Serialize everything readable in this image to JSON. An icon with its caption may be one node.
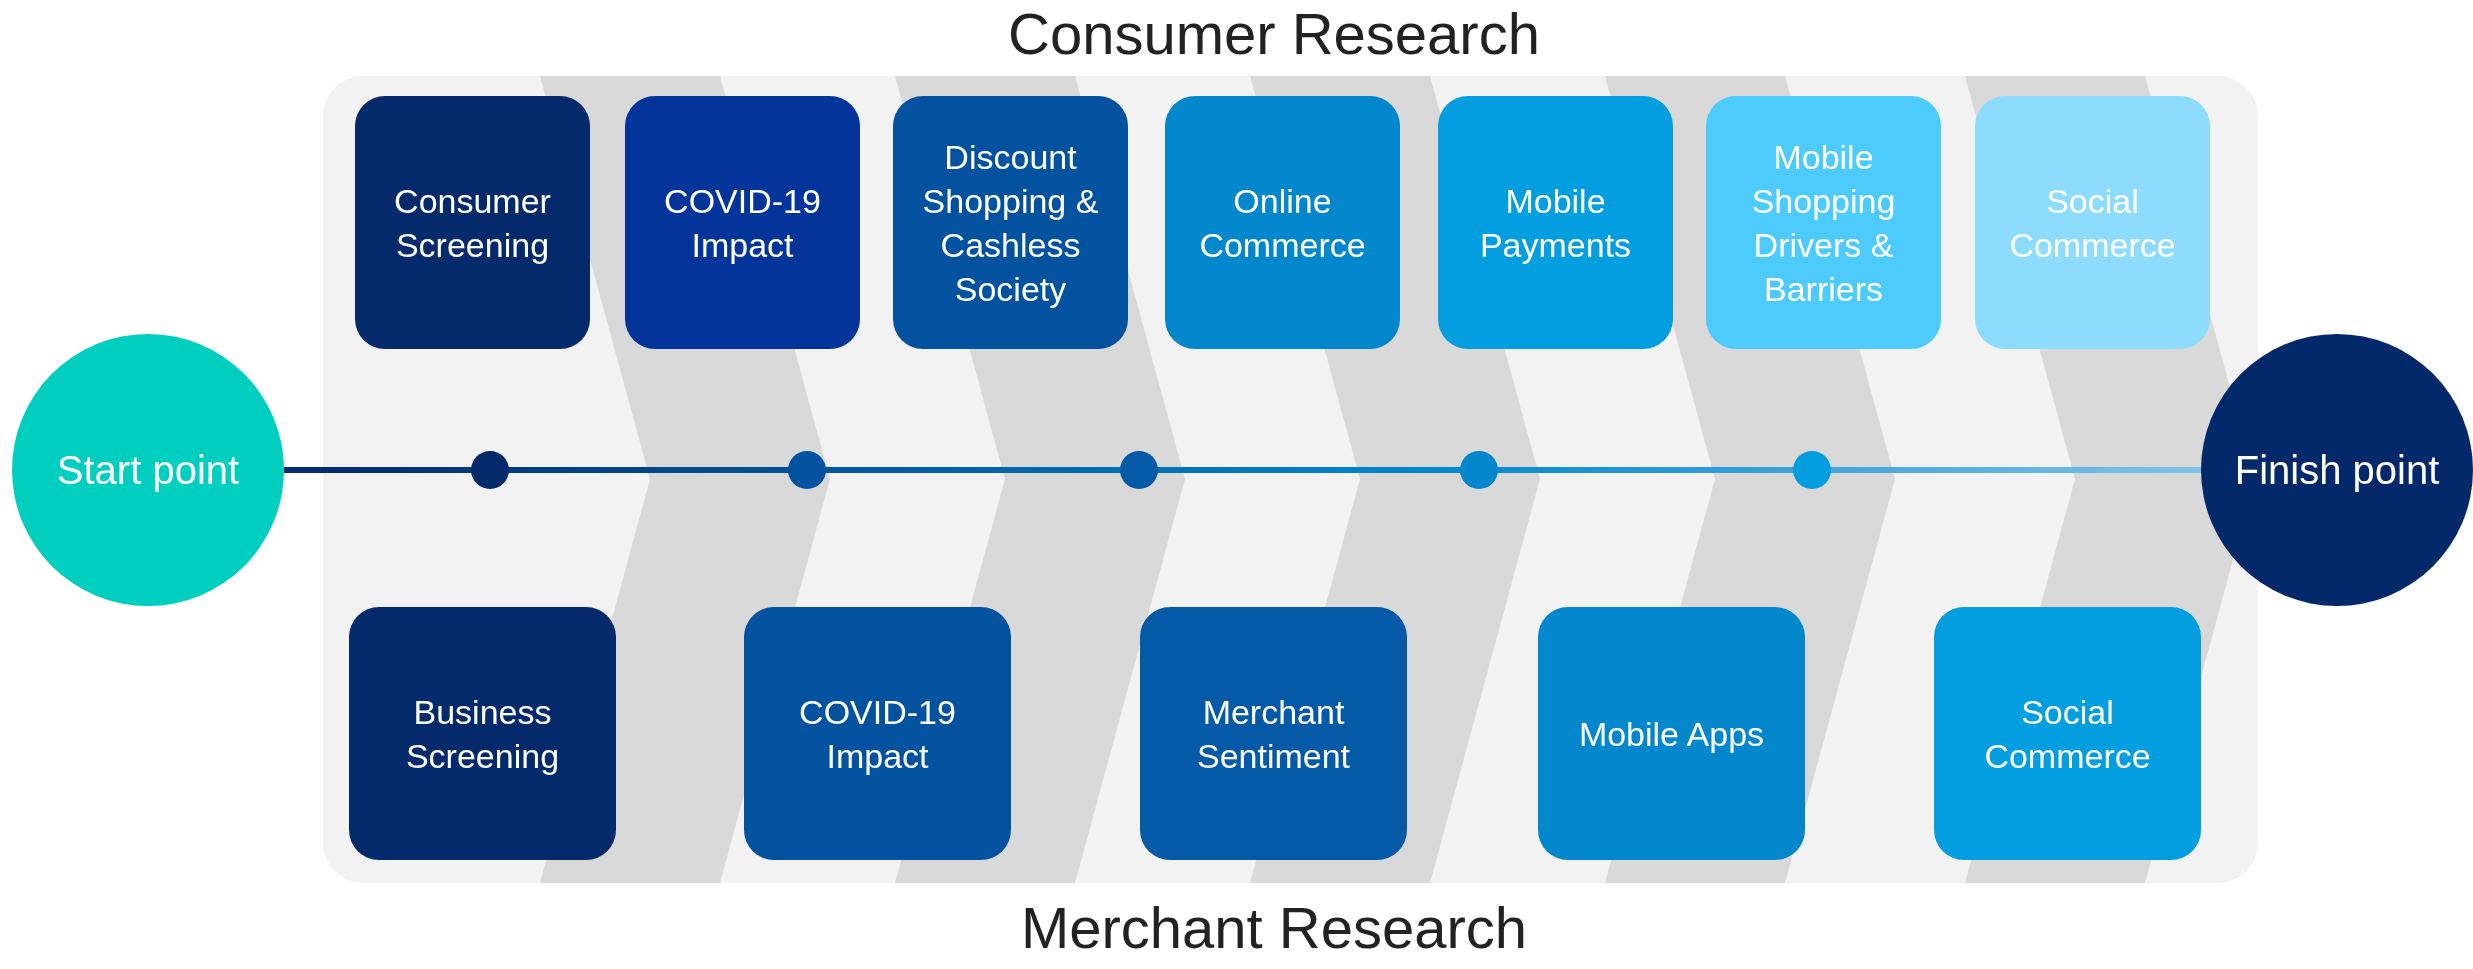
{
  "diagram": {
    "title": "Consumer Research",
    "nodes": [
      {
        "text": [
          "Start point"
        ]
      },
      {
        "text": [
          "Consumer Screening"
        ]
      },
      {
        "text": [
          "COVID-19 Impact"
        ]
      },
      {
        "text": [
          "Discount Shopping & Cashless Society"
        ]
      },
      {
        "text": [
          "Online Commerce"
        ]
      },
      {
        "text": [
          "Mobile Payments"
        ]
      },
      {
        "text": [
          "Mobile Shopping Drivers & Barriers"
        ]
      },
      {
        "text": [
          "Social Commerce"
        ]
      },
      {
        "text": [
          "Business Screening"
        ]
      },
      {
        "text": [
          "COVID-19 Impact"
        ]
      },
      {
        "text": [
          "Merchant Sentiment"
        ]
      },
      {
        "text": [
          "Mobile Apps"
        ]
      },
      {
        "text": [
          "Social Commerce"
        ]
      },
      {
        "text": [
          "Finish point"
        ]
      }
    ],
    "edges": [
      {
        "from": 0,
        "to": 13,
        "arrow": "none"
      }
    ],
    "labels": [
      "Merchant Research"
    ]
  }
}
